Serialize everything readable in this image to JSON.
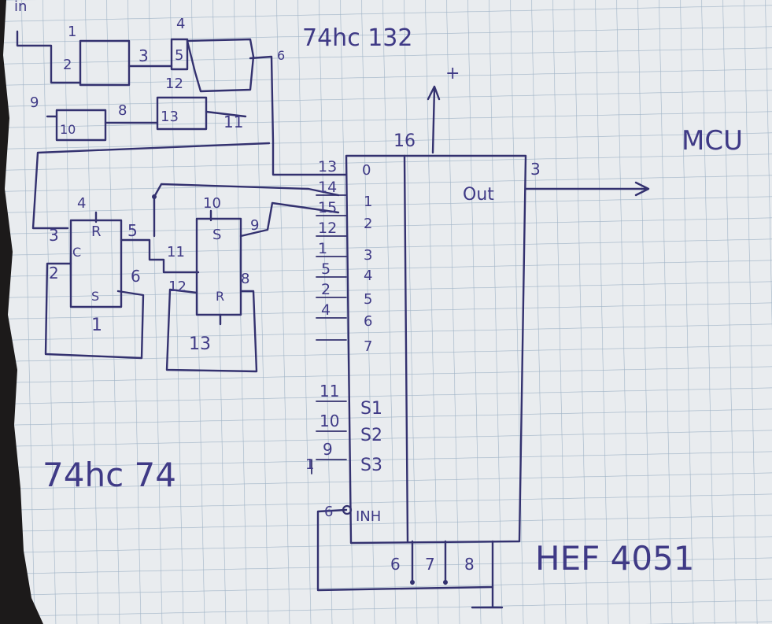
{
  "labels": {
    "ic_74hc132": "74hc 132",
    "ic_74hc74": "74hc 74",
    "ic_hef4051": "HEF 4051",
    "mcu": "MCU",
    "vplus": "+",
    "out": "Out",
    "inh": "INH",
    "top_input": "in"
  },
  "gate_pins": [
    "1",
    "2",
    "3",
    "4",
    "5",
    "6",
    "9",
    "10",
    "8",
    "12",
    "13",
    "11"
  ],
  "ff_pins": [
    "4",
    "R",
    "3",
    "C",
    "5",
    "2",
    "6",
    "S",
    "1",
    "10",
    "S",
    "9",
    "11",
    "12",
    "8",
    "R",
    "13"
  ],
  "mux": {
    "left_pins": [
      "13",
      "14",
      "15",
      "12",
      "1",
      "5",
      "2",
      "4",
      "11",
      "10",
      "9",
      "6"
    ],
    "channels": [
      "0",
      "1",
      "2",
      "3",
      "4",
      "5",
      "6",
      "7",
      "S1",
      "S2",
      "S3"
    ],
    "bottom_pins": [
      "6",
      "7",
      "8"
    ],
    "vdd_pin": "16",
    "out_pin": "3",
    "s3_tie": "1"
  }
}
